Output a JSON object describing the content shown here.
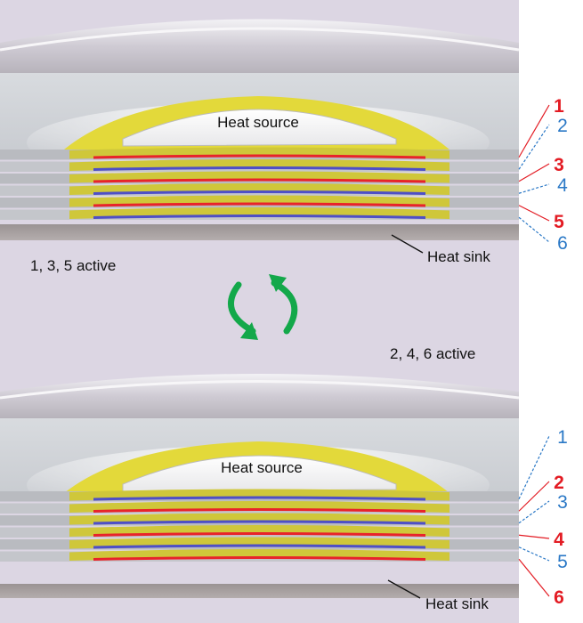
{
  "top_panel": {
    "heat_source_label": "Heat source",
    "heat_sink_label": "Heat sink",
    "active_caption": "1, 3, 5 active",
    "layers": [
      {
        "num": "1",
        "state": "active"
      },
      {
        "num": "2",
        "state": "inactive"
      },
      {
        "num": "3",
        "state": "active"
      },
      {
        "num": "4",
        "state": "inactive"
      },
      {
        "num": "5",
        "state": "active"
      },
      {
        "num": "6",
        "state": "inactive"
      }
    ]
  },
  "bottom_panel": {
    "heat_source_label": "Heat source",
    "heat_sink_label": "Heat sink",
    "active_caption": "2, 4, 6 active",
    "layers": [
      {
        "num": "1",
        "state": "inactive"
      },
      {
        "num": "2",
        "state": "active"
      },
      {
        "num": "3",
        "state": "inactive"
      },
      {
        "num": "4",
        "state": "active"
      },
      {
        "num": "5",
        "state": "inactive"
      },
      {
        "num": "6",
        "state": "active"
      }
    ]
  },
  "colors": {
    "background": "#dcd6e3",
    "active_layer": "#e8232a",
    "inactive_layer": "#4e4fc6",
    "active_label": "#e31b23",
    "inactive_label": "#2a78c6",
    "heat_spreader": "#e3d93a",
    "cycle_arrows": "#13a84a"
  },
  "icons": {
    "cycle": "cycle-arrows-icon"
  }
}
